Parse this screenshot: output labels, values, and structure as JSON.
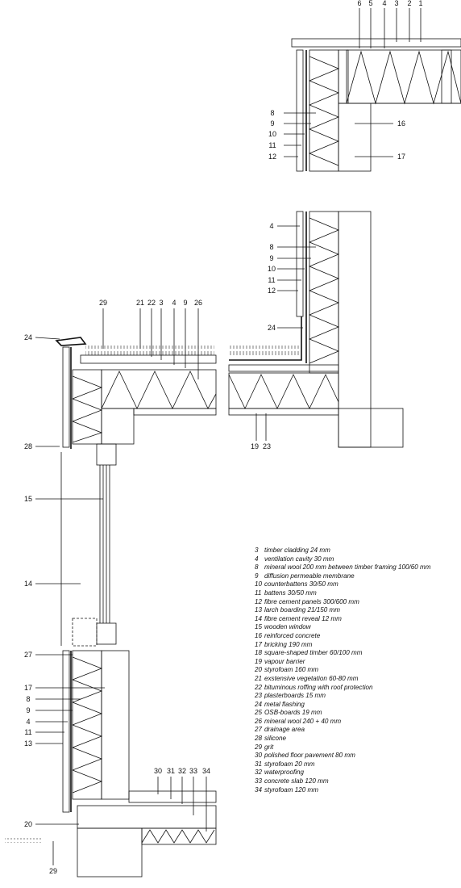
{
  "callouts": {
    "top_section": {
      "above": [
        "6",
        "5",
        "4",
        "3",
        "2",
        "1"
      ],
      "left": [
        "8",
        "9",
        "10",
        "11",
        "12"
      ],
      "right": [
        "16",
        "17"
      ]
    },
    "parapet": {
      "above": [
        "29",
        "21",
        "22",
        "3",
        "4",
        "9",
        "26"
      ],
      "left": [
        "24",
        "28",
        "15",
        "14",
        "27",
        "17",
        "8",
        "9",
        "4",
        "11",
        "13",
        "20",
        "29"
      ],
      "below_floor": [
        "30",
        "31",
        "32",
        "33",
        "34"
      ]
    },
    "right_section": {
      "left": [
        "4",
        "8",
        "9",
        "10",
        "11",
        "12",
        "24"
      ],
      "below": [
        "19",
        "23"
      ]
    }
  },
  "legend": [
    {
      "num": "3",
      "text": "timber cladding 24 mm"
    },
    {
      "num": "4",
      "text": "ventilation cavity 30 mm"
    },
    {
      "num": "8",
      "text": "mineral wool 200 mm between timber framing 100/60 mm"
    },
    {
      "num": "9",
      "text": "diffusion permeable membrane"
    },
    {
      "num": "10",
      "text": "counterbattens 30/50 mm"
    },
    {
      "num": "11",
      "text": "battens 30/50 mm"
    },
    {
      "num": "12",
      "text": "fibre cement panels 300/600 mm"
    },
    {
      "num": "13",
      "text": "larch boarding 21/150 mm"
    },
    {
      "num": "14",
      "text": "fibre cement reveal 12 mm"
    },
    {
      "num": "15",
      "text": "wooden window"
    },
    {
      "num": "16",
      "text": "reinforced concrete"
    },
    {
      "num": "17",
      "text": "bricking 190 mm"
    },
    {
      "num": "18",
      "text": "square-shaped timber  60/100 mm"
    },
    {
      "num": "19",
      "text": "vapour barrier"
    },
    {
      "num": "20",
      "text": "styrofoam  160 mm"
    },
    {
      "num": "21",
      "text": "exstensive vegetation 60-80 mm"
    },
    {
      "num": "22",
      "text": "bituminous roffing with roof protection"
    },
    {
      "num": "23",
      "text": "plasterboards 15 mm"
    },
    {
      "num": "24",
      "text": "metal flashing"
    },
    {
      "num": "25",
      "text": "OSB-boards 19 mm"
    },
    {
      "num": "26",
      "text": "mineral wool 240 + 40 mm"
    },
    {
      "num": "27",
      "text": "drainage area"
    },
    {
      "num": "28",
      "text": "silicone"
    },
    {
      "num": "29",
      "text": "grit"
    },
    {
      "num": "30",
      "text": "polished floor pavement 80 mm"
    },
    {
      "num": "31",
      "text": "styrofoam 20 mm"
    },
    {
      "num": "32",
      "text": "waterproofing"
    },
    {
      "num": "33",
      "text": "concrete slab 120 mm"
    },
    {
      "num": "34",
      "text": "styrofoam 120 mm"
    }
  ]
}
